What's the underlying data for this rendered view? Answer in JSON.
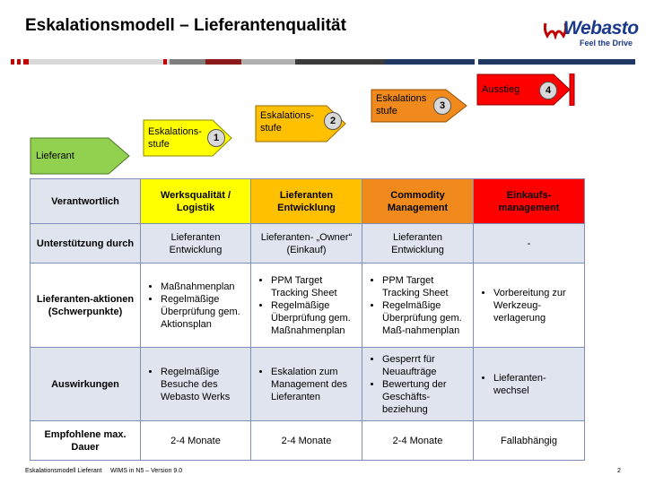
{
  "title": "Eskalationsmodell – Lieferantenqualität",
  "logo": {
    "wordmark": "Webasto",
    "tagline": "Feel the Drive"
  },
  "stripe_colors": [
    "#c00000",
    "#ffffff",
    "#c00000",
    "#ffffff",
    "#c00000",
    "#d9d9d9",
    "#c00000",
    "#d9d9d9",
    "#7f7f7f",
    "#8b1a1a",
    "#b0b0b0",
    "#3a3a3a",
    "#1f3864",
    "#ffffff",
    "#1f3864"
  ],
  "escalation": {
    "lieferant": "Lieferant",
    "stufe1": {
      "label": "Eskalations-\nstufe",
      "num": "1"
    },
    "stufe2": {
      "label": "Eskalations-\nstufe",
      "num": "2"
    },
    "stufe3": {
      "label": "Eskalations\nstufe",
      "num": "3"
    },
    "ausstieg": {
      "label": "Ausstieg",
      "num": "4"
    }
  },
  "colors": {
    "green": "#92d050",
    "yellow": "#ffff00",
    "orange": "#ffc000",
    "dark_orange": "#f08a1c",
    "red": "#ff0000"
  },
  "table": {
    "header": {
      "col0": "Verantwortlich",
      "col1": "Werksqualität / Logistik",
      "col2": "Lieferanten Entwicklung",
      "col3": "Commodity Management",
      "col4": "Einkaufs-management"
    },
    "row_support": {
      "label": "Unterstützung durch",
      "c1": "Lieferanten Entwicklung",
      "c2": "Lieferanten- „Owner“ (Einkauf)",
      "c3": "Lieferanten Entwicklung",
      "c4": "-"
    },
    "row_actions": {
      "label": "Lieferanten-aktionen (Schwerpunkte)",
      "c1": [
        "Maßnahmenplan",
        "Regelmäßige Überprüfung gem. Aktionsplan"
      ],
      "c2": [
        "PPM Target Tracking Sheet",
        "Regelmäßige Überprüfung gem. Maßnahmenplan"
      ],
      "c3": [
        "PPM Target Tracking Sheet",
        "Regelmäßige Überprüfung gem. Maß-nahmenplan"
      ],
      "c4": [
        "Vorbereitung zur Werkzeug-verlagerung"
      ]
    },
    "row_effects": {
      "label": "Auswirkungen",
      "c1": [
        "Regelmäßige Besuche des Webasto Werks"
      ],
      "c2": [
        "Eskalation zum Management des Lieferanten"
      ],
      "c3": [
        "Gesperrt für Neuaufträge",
        "Bewertung der Geschäfts-beziehung"
      ],
      "c4": [
        "Lieferanten-wechsel"
      ]
    },
    "row_duration": {
      "label": "Empfohlene max. Dauer",
      "c1": "2-4 Monate",
      "c2": "2-4 Monate",
      "c3": "2-4 Monate",
      "c4": "Fallabhängig"
    }
  },
  "footer": {
    "left": "Eskalationsmodell Lieferant",
    "middle": "WIMS in N5 – Version  9.0",
    "page": "2"
  }
}
